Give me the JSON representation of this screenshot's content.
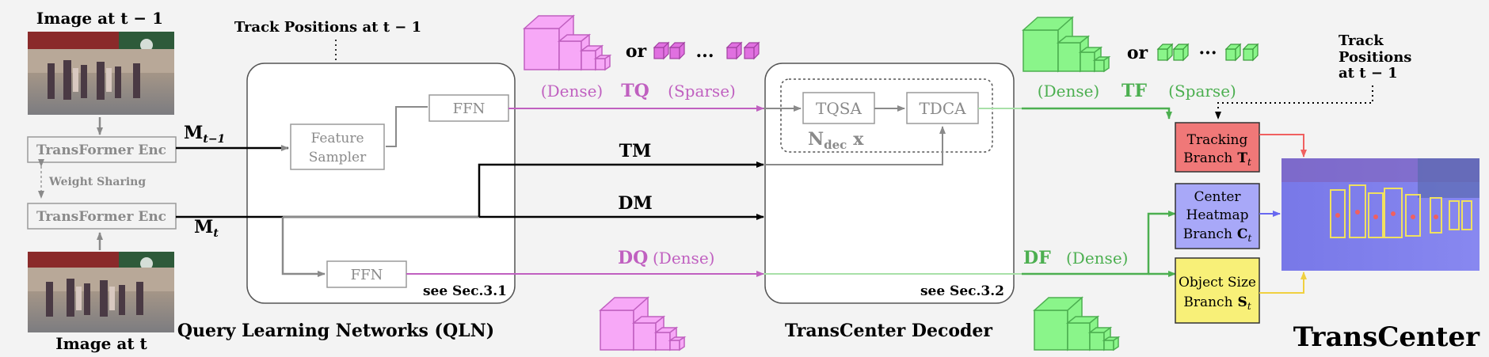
{
  "inputs": {
    "image_prev_label": "Image at t − 1",
    "image_curr_label": "Image at t",
    "encoder_label": "TransFormer Enc",
    "weight_sharing_label": "Weight Sharing",
    "m_prev_label": "M",
    "m_prev_sub": "t−1",
    "m_curr_label": "M",
    "m_curr_sub": "t"
  },
  "track_positions_top": "Track Positions at t − 1",
  "qln": {
    "title": "Query Learning Networks (QLN)",
    "feature_sampler_line1": "Feature",
    "feature_sampler_line2": "Sampler",
    "ffn_top": "FFN",
    "ffn_bottom": "FFN",
    "section_ref": "see Sec.3.1"
  },
  "query_labels": {
    "tq_dense": "(Dense)",
    "tq": "TQ",
    "tq_sparse": "(Sparse)",
    "or_top": "or",
    "dots_top": "...",
    "tm": "TM",
    "dm": "DM",
    "dq": "DQ",
    "dq_dense": "(Dense)"
  },
  "decoder": {
    "title": "TransCenter Decoder",
    "tqsa": "TQSA",
    "tdca": "TDCA",
    "ndec_main": "N",
    "ndec_sub": "dec",
    "ndec_x": "x",
    "section_ref": "see Sec.3.2"
  },
  "feature_labels": {
    "tf_dense": "(Dense)",
    "tf": "TF",
    "tf_sparse": "(Sparse)",
    "or_right": "or",
    "dots_right": "···",
    "df": "DF",
    "df_dense": "(Dense)"
  },
  "track_positions_right": [
    "Track",
    "Positions",
    "at t − 1"
  ],
  "branches": {
    "tracking_line1": "Tracking",
    "tracking_line2": "Branch",
    "tracking_sym": "T",
    "tracking_sub": "t",
    "center_line1": "Center",
    "center_line2": "Heatmap",
    "center_line3": "Branch",
    "center_sym": "C",
    "center_sub": "t",
    "size_line1": "Object Size",
    "size_line2": "Branch",
    "size_sym": "S",
    "size_sub": "t"
  },
  "brand_title": "TransCenter",
  "colors": {
    "background": "#f3f3f3",
    "pink": "#c060c0",
    "pink_fill": "#f7a8f7",
    "green": "#4caf50",
    "green_fill": "#8af58a",
    "gray": "#8a8a8a",
    "tracking_branch": "#f07878",
    "center_branch": "#a8a8f8",
    "size_branch": "#f8f078"
  }
}
